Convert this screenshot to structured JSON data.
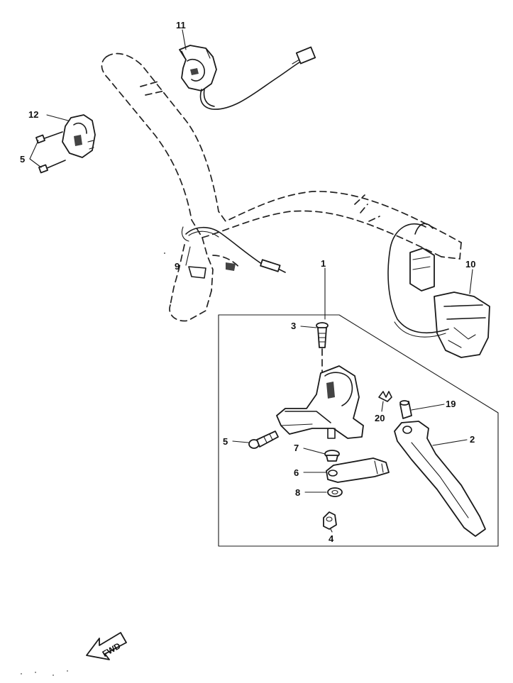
{
  "diagram": {
    "callouts": [
      {
        "id": "label-11",
        "text": "11"
      },
      {
        "id": "label-12",
        "text": "12"
      },
      {
        "id": "label-5a",
        "text": "5"
      },
      {
        "id": "label-9",
        "text": "9"
      },
      {
        "id": "label-1",
        "text": "1"
      },
      {
        "id": "label-10",
        "text": "10"
      },
      {
        "id": "label-3",
        "text": "3"
      },
      {
        "id": "label-20",
        "text": "20"
      },
      {
        "id": "label-19",
        "text": "19"
      },
      {
        "id": "label-5b",
        "text": "5"
      },
      {
        "id": "label-2",
        "text": "2"
      },
      {
        "id": "label-7",
        "text": "7"
      },
      {
        "id": "label-6",
        "text": "6"
      },
      {
        "id": "label-8",
        "text": "8"
      },
      {
        "id": "label-4",
        "text": "4"
      }
    ],
    "direction_arrow": {
      "text": "FWD"
    }
  }
}
